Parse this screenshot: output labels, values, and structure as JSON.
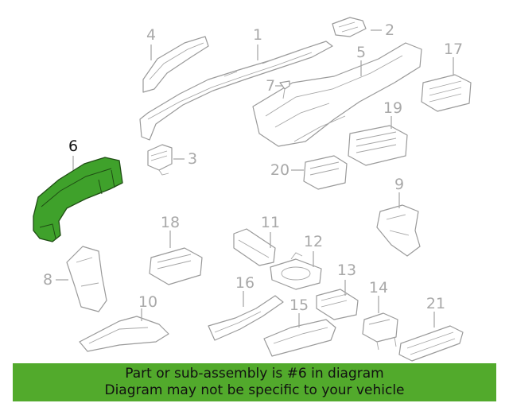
{
  "highlight_color": "#3fa12b",
  "banner_color": "#52aa2c",
  "parts": [
    {
      "num": "1",
      "highlighted": false
    },
    {
      "num": "2",
      "highlighted": false
    },
    {
      "num": "3",
      "highlighted": false
    },
    {
      "num": "4",
      "highlighted": false
    },
    {
      "num": "5",
      "highlighted": false
    },
    {
      "num": "6",
      "highlighted": true
    },
    {
      "num": "7",
      "highlighted": false
    },
    {
      "num": "8",
      "highlighted": false
    },
    {
      "num": "9",
      "highlighted": false
    },
    {
      "num": "10",
      "highlighted": false
    },
    {
      "num": "11",
      "highlighted": false
    },
    {
      "num": "12",
      "highlighted": false
    },
    {
      "num": "13",
      "highlighted": false
    },
    {
      "num": "14",
      "highlighted": false
    },
    {
      "num": "15",
      "highlighted": false
    },
    {
      "num": "16",
      "highlighted": false
    },
    {
      "num": "17",
      "highlighted": false
    },
    {
      "num": "18",
      "highlighted": false
    },
    {
      "num": "19",
      "highlighted": false
    },
    {
      "num": "20",
      "highlighted": false
    },
    {
      "num": "21",
      "highlighted": false
    }
  ],
  "banner": {
    "line1": "Part or sub-assembly is #6 in diagram",
    "line2": "Diagram may not be specific to your vehicle"
  }
}
